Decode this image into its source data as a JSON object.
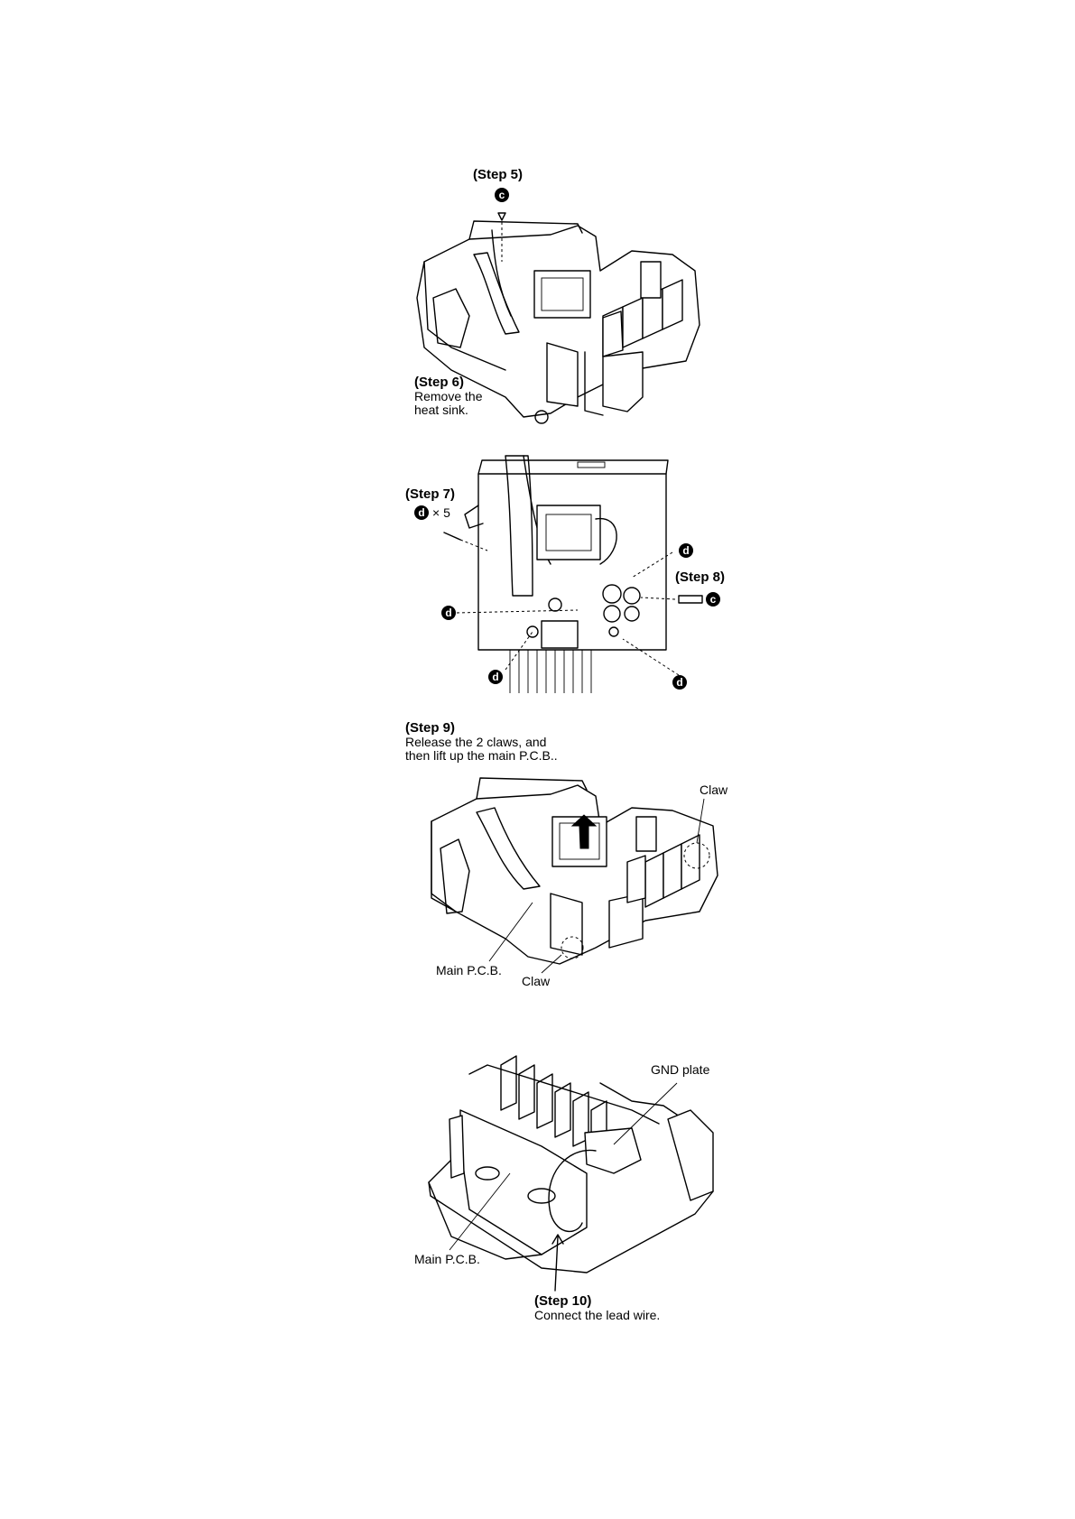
{
  "figure1": {
    "step5": "(Step 5)",
    "step5_screw": "c",
    "step6": "(Step 6)",
    "step6_line1": "Remove the",
    "step6_line2": "heat sink."
  },
  "figure2": {
    "step7": "(Step 7)",
    "step7_screw": "d",
    "step7_count": "× 5",
    "step8": "(Step 8)",
    "step8_screw": "c",
    "screw_d": "d"
  },
  "figure3": {
    "step9": "(Step 9)",
    "step9_line1": "Release the 2 claws, and",
    "step9_line2": "then lift up the main P.C.B..",
    "claw_top": "Claw",
    "main_pcb": "Main P.C.B.",
    "claw_bottom": "Claw"
  },
  "figure4": {
    "gnd_plate": "GND plate",
    "main_pcb": "Main P.C.B.",
    "step10": "(Step 10)",
    "step10_line1": "Connect the lead wire."
  }
}
